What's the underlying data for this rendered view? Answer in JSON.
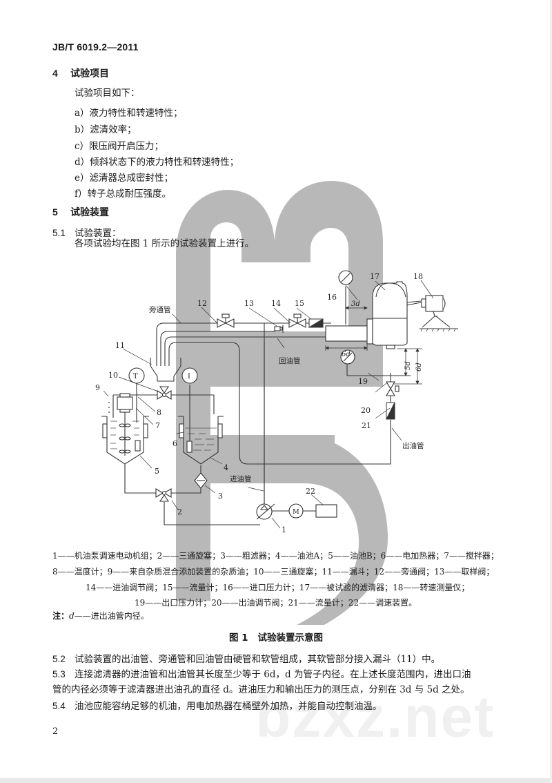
{
  "header": {
    "standard_no": "JB/T 6019.2—2011"
  },
  "section4": {
    "number": "4",
    "title": "试验项目",
    "intro": "试验项目如下：",
    "items": [
      "a）液力特性和转速特性；",
      "b）滤清效率；",
      "c）限压阀开启压力；",
      "d）倾斜状态下的液力特性和转速特性；",
      "e）滤清器总成密封性；",
      "f）转子总成耐压强度。"
    ]
  },
  "section5": {
    "number": "5",
    "title": "试验装置",
    "sub51": {
      "number": "5.1",
      "title": "试验装置：",
      "text": "各项试验均在图 1 所示的试验装置上进行。"
    }
  },
  "figure": {
    "pipe_labels": {
      "bypass": "旁通管",
      "return": "回油管",
      "inlet": "进油管",
      "outlet": "出油管"
    },
    "dimension_labels": {
      "d3": "3d",
      "d6_h": "6d",
      "d5": "5d",
      "d6_v": "6d"
    },
    "gauge_labels": {
      "temp": "T",
      "i": "I",
      "motor": "M"
    },
    "numbers": [
      "1",
      "2",
      "3",
      "4",
      "5",
      "6",
      "7",
      "8",
      "9",
      "10",
      "11",
      "12",
      "13",
      "14",
      "15",
      "16",
      "17",
      "18",
      "19",
      "20",
      "21",
      "22"
    ],
    "legend_lines": [
      "1——机油泵调速电动机组；2——三通旋塞；3——粗滤器；4——油池A；5——油池B；6——电加热器；7——搅拌器；",
      "8——温度计；9——来自杂质混合添加装置的杂质油；10——三通旋塞；11——漏斗；12——旁通阀；13——取样阀；",
      "14——进油调节阀；15——流量计；16——进口压力计；17——被试验的滤清器；18——转速测量仪；",
      "19——出口压力计；20——出油调节阀；21——流量计；22——调速装置。"
    ],
    "note_label": "注：",
    "note_var": "d",
    "note_text": "——进出油管内径。",
    "caption_no": "图 1",
    "caption_title": "试验装置示意图"
  },
  "section52": {
    "number": "5.2",
    "text": "试验装置的出油管、旁通管和回油管由硬管和软管组成，其软管部分接入漏斗（11）中。"
  },
  "section53": {
    "number": "5.3",
    "line1": "连接滤清器的进油管和出油管其长度至少等于 6d，d 为管子内径。在上述长度范围内，进出口油",
    "line2": "管的内径必须等于滤清器进出油孔的直径 d。进油压力和输出压力的测压点，分别在 3d 与 5d 之处。"
  },
  "section54": {
    "number": "5.4",
    "text": "油池应能容纳足够的机油，用电加热器在桶壁外加热，并能自动控制油温。"
  },
  "page_number": "2",
  "watermark": {
    "text": "bzxz.net",
    "color": "#b5b5b5"
  }
}
